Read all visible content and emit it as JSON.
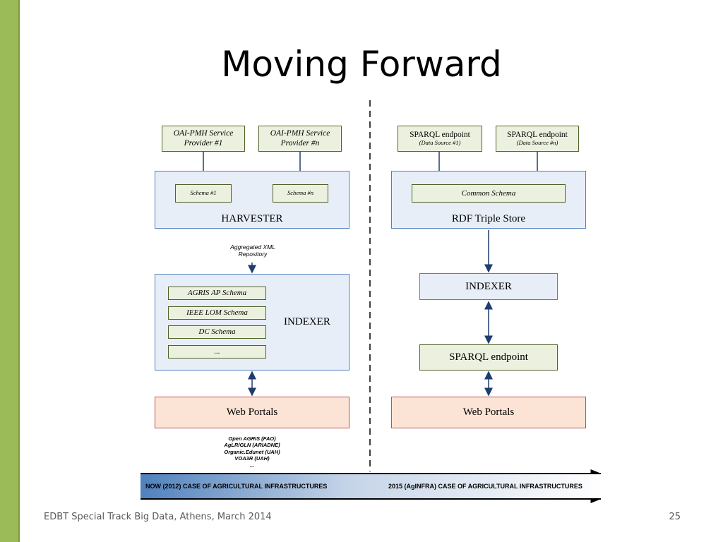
{
  "slide": {
    "title": "Moving Forward",
    "footer_text": "EDBT Special Track Big Data, Athens, March 2014",
    "page_number": "25",
    "accent_color": "#9bbb59"
  },
  "left": {
    "provider_1": "OAI-PMH Service Provider #1",
    "provider_n": "OAI-PMH Service Provider #n",
    "schema_1": "Schema #1",
    "schema_n": "Schema #n",
    "harvester": "HARVESTER",
    "aggregated_note": "Aggregated XML Repository",
    "schemas": [
      "AGRIS AP Schema",
      "IEEE LOM Schema",
      "DC Schema",
      "..."
    ],
    "indexer": "INDEXER",
    "web_portals": "Web Portals",
    "portal_list": [
      "Open AGRIS (FAO)",
      "AgLR/GLN (ARIADNE)",
      "Organic.Edunet (UAH)",
      "VOA3R (UAH)",
      "..."
    ]
  },
  "right": {
    "sparql_1": "SPARQL endpoint",
    "sparql_1_sub": "(Data Source #1)",
    "sparql_n": "SPARQL endpoint",
    "sparql_n_sub": "(Data Source #n)",
    "common_schema": "Common Schema",
    "rdf_store": "RDF Triple Store",
    "indexer": "INDEXER",
    "sparql_endpoint": "SPARQL endpoint",
    "web_portals": "Web Portals"
  },
  "timeline": {
    "now_label": "NOW (2012) CASE OF AGRICULTURAL INFRASTRUCTURES",
    "future_label": "2015 (AgINFRA) CASE OF AGRICULTURAL INFRASTRUCTURES"
  }
}
